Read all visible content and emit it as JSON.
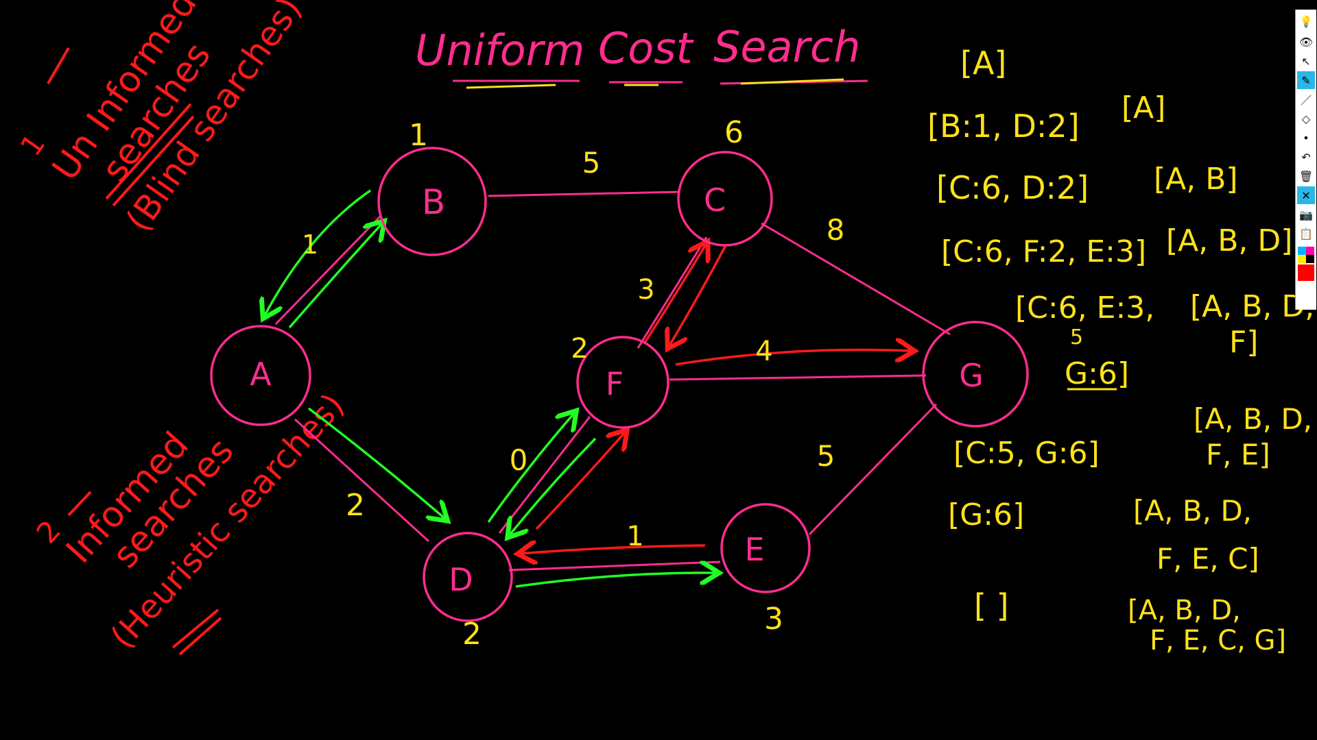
{
  "title": {
    "words": [
      "Uniform",
      "Cost",
      "Search"
    ]
  },
  "left_notes": {
    "uninformed_number": "1",
    "uninformed_line1": "Un Informed",
    "uninformed_line2": "searches",
    "uninformed_alias": "(Blind searches)",
    "informed_number": "2",
    "informed_line1": "Informed",
    "informed_line2": "searches",
    "informed_alias": "(Heuristic searches)"
  },
  "nodes": [
    {
      "id": "A",
      "label": "A",
      "heuristic": ""
    },
    {
      "id": "B",
      "label": "B",
      "heuristic": "1"
    },
    {
      "id": "C",
      "label": "C",
      "heuristic": "6"
    },
    {
      "id": "D",
      "label": "D",
      "heuristic": "2"
    },
    {
      "id": "E",
      "label": "E",
      "heuristic": "3"
    },
    {
      "id": "F",
      "label": "F",
      "heuristic": "2"
    },
    {
      "id": "G",
      "label": "G",
      "heuristic": ""
    }
  ],
  "edges": [
    {
      "from": "A",
      "to": "B",
      "cost": "1"
    },
    {
      "from": "A",
      "to": "D",
      "cost": "2"
    },
    {
      "from": "B",
      "to": "C",
      "cost": "5"
    },
    {
      "from": "C",
      "to": "F",
      "cost": "3"
    },
    {
      "from": "C",
      "to": "G",
      "cost": "8"
    },
    {
      "from": "D",
      "to": "F",
      "cost": "0"
    },
    {
      "from": "D",
      "to": "E",
      "cost": "1"
    },
    {
      "from": "F",
      "to": "G",
      "cost": "4"
    },
    {
      "from": "E",
      "to": "G",
      "cost": "5"
    }
  ],
  "trace": {
    "queue_steps": [
      "[A]",
      "[B:1, D:2]",
      "[C:6, D:2]",
      "[C:6, F:2, E:3]",
      "[C:6, E:3,",
      "G:6]",
      "[C:5, G:6]",
      "[G:6]",
      "[ ]"
    ],
    "queue_correction": "5",
    "visited_steps": [
      "[A]",
      "[A, B]",
      "[A, B, D]",
      "[A, B, D,",
      "F]",
      "[A, B, D,",
      "F, E]",
      "[A, B, D,",
      "F, E, C]",
      "[A, B, D,",
      "F, E, C, G]"
    ]
  },
  "colors": {
    "background": "#000000",
    "graph": "#ff2d8e",
    "numbers": "#ffe21a",
    "notes": "#ff1a1a",
    "arrow_green": "#22ff22",
    "arrow_red": "#ff1a1a"
  },
  "toolbar": {
    "tools": [
      "bulb-icon",
      "eye-icon",
      "pointer-icon",
      "highlighter-icon",
      "pen-icon",
      "eraser-icon",
      "dot-icon",
      "undo-icon",
      "trash-icon",
      "close-icon",
      "camera-icon",
      "clipboard-icon"
    ],
    "selected": "highlighter-icon",
    "palette": [
      "#00b7ff",
      "#ff00aa",
      "#ffee00",
      "#000000",
      "#ff0000",
      "#ff0000"
    ]
  }
}
